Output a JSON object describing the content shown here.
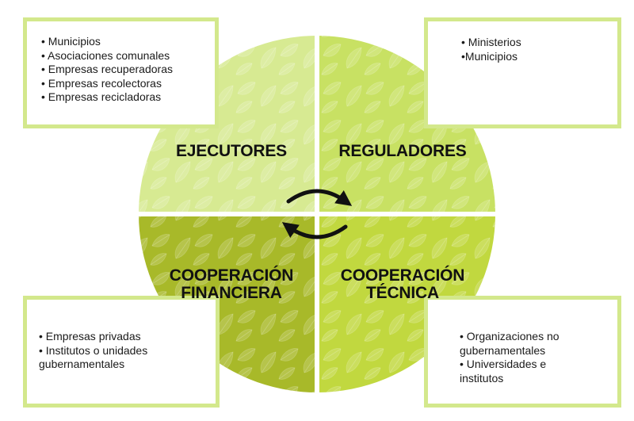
{
  "quadrants": {
    "ejecutores": {
      "title": "EJECUTORES",
      "color": "#d7ea92"
    },
    "reguladores": {
      "title": "REGULADORES",
      "color": "#c8e163"
    },
    "cooperacion_financiera": {
      "title_line1": "COOPERACIÓN",
      "title_line2": "FINANCIERA",
      "color": "#a8b929"
    },
    "cooperacion_tecnica": {
      "title_line1": "COOPERACIÓN",
      "title_line2": "TÉCNICA",
      "color": "#c1d83f"
    }
  },
  "boxes": {
    "top_left": [
      "• Municipios",
      "• Asociaciones comunales",
      "• Empresas recuperadoras",
      "• Empresas recolectoras",
      "• Empresas recicladoras"
    ],
    "top_right": [
      "• Ministerios",
      "•Municipios"
    ],
    "bottom_left": [
      "• Empresas privadas",
      "• Institutos o unidades",
      "gubernamentales"
    ],
    "bottom_right": [
      "• Organizaciones no",
      "gubernamentales",
      "• Universidades e",
      "institutos"
    ]
  },
  "colors": {
    "box_border": "#d3e88c",
    "divider": "#ffffff",
    "arrow": "#111111"
  },
  "icons": [
    "leaf-pattern-icon",
    "cycle-arrow-icon"
  ]
}
